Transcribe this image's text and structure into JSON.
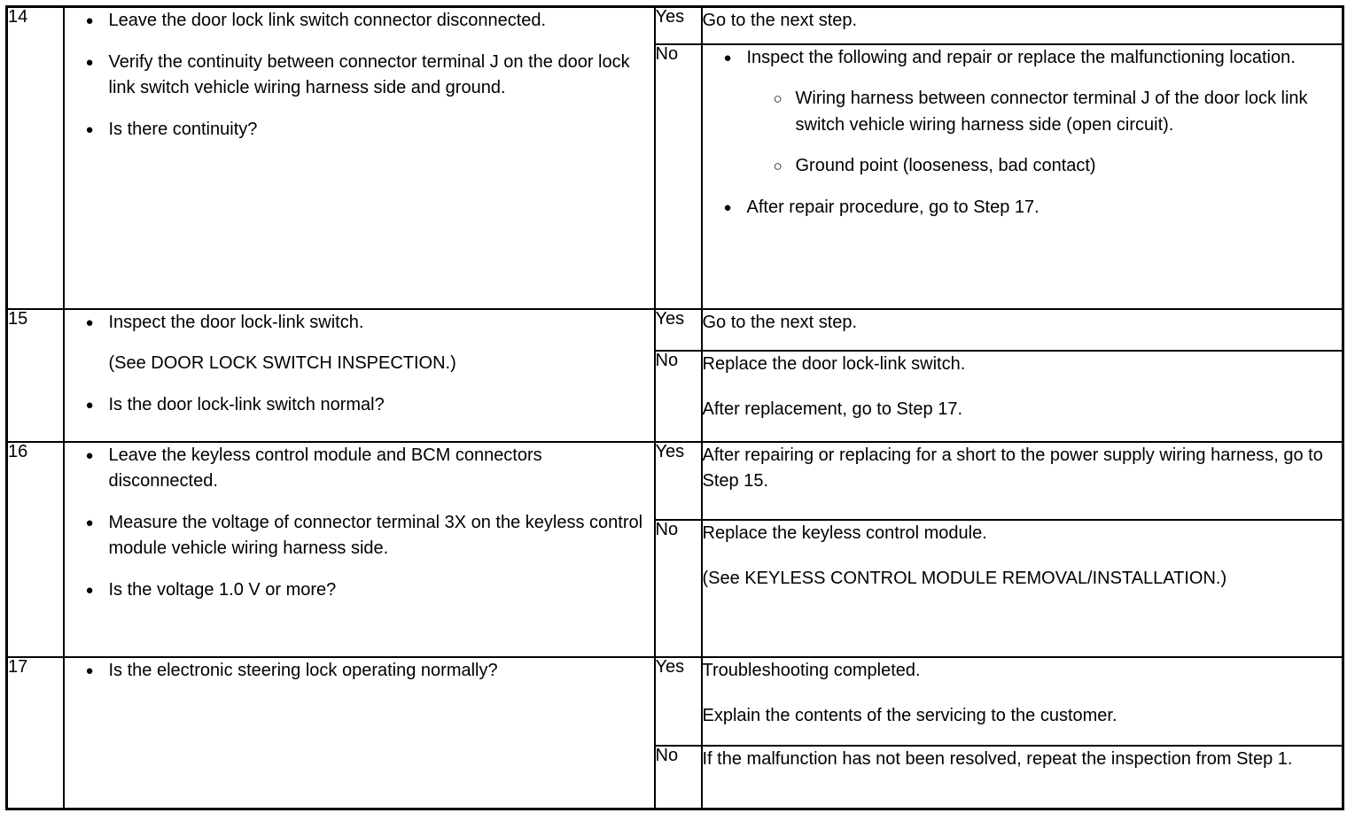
{
  "document": {
    "kind": "troubleshooting-table",
    "answer_labels": {
      "yes": "Yes",
      "no": "No"
    },
    "markers": {
      "level1": "●",
      "level2": "○"
    }
  },
  "steps": [
    {
      "number": "14",
      "action": {
        "items": [
          {
            "level": 1,
            "text": "Leave the door lock link switch connector disconnected."
          },
          {
            "level": 1,
            "text": "Verify the continuity between connector terminal J on the door lock link switch vehicle wiring harness side and ground."
          },
          {
            "level": 1,
            "text": "Is there continuity?"
          }
        ]
      },
      "yes": {
        "label": "Yes",
        "items": [
          {
            "level": 0,
            "text": "Go to the next step."
          }
        ]
      },
      "no": {
        "label": "No",
        "items": [
          {
            "level": 1,
            "text": "Inspect the following and repair or replace the malfunctioning location."
          },
          {
            "level": 2,
            "text": "Wiring harness between connector terminal J of the door lock link switch vehicle wiring harness side (open circuit)."
          },
          {
            "level": 2,
            "text": "Ground point (looseness, bad contact)"
          },
          {
            "level": 1,
            "text": "After repair procedure, go to Step 17."
          }
        ]
      }
    },
    {
      "number": "15",
      "action": {
        "items": [
          {
            "level": 1,
            "text": "Inspect the door lock-link switch."
          },
          {
            "level": 0,
            "continuation": true,
            "text": "(See DOOR LOCK SWITCH INSPECTION.)"
          },
          {
            "level": 1,
            "text": "Is the door lock-link switch normal?"
          }
        ]
      },
      "yes": {
        "label": "Yes",
        "items": [
          {
            "level": 0,
            "text": "Go to the next step."
          }
        ]
      },
      "no": {
        "label": "No",
        "items": [
          {
            "level": 0,
            "text": "Replace the door lock-link switch."
          },
          {
            "level": 0,
            "text": "After replacement, go to Step 17."
          }
        ]
      }
    },
    {
      "number": "16",
      "action": {
        "items": [
          {
            "level": 1,
            "text": "Leave the keyless control module and BCM connectors disconnected."
          },
          {
            "level": 1,
            "text": "Measure the voltage of connector terminal 3X on the keyless control module vehicle wiring harness side."
          },
          {
            "level": 1,
            "text": "Is the voltage 1.0 V or more?"
          }
        ]
      },
      "yes": {
        "label": "Yes",
        "items": [
          {
            "level": 0,
            "text": "After repairing or replacing for a short to the power supply wiring harness, go to Step 15."
          }
        ]
      },
      "no": {
        "label": "No",
        "items": [
          {
            "level": 0,
            "text": "Replace the keyless control module."
          },
          {
            "level": 0,
            "text": "(See KEYLESS CONTROL MODULE REMOVAL/INSTALLATION.)"
          }
        ]
      }
    },
    {
      "number": "17",
      "action": {
        "items": [
          {
            "level": 1,
            "text": "Is the electronic steering lock operating normally?"
          }
        ]
      },
      "yes": {
        "label": "Yes",
        "items": [
          {
            "level": 0,
            "text": "Troubleshooting completed."
          },
          {
            "level": 0,
            "text": "Explain the contents of the servicing to the customer."
          }
        ]
      },
      "no": {
        "label": "No",
        "items": [
          {
            "level": 0,
            "text": "If the malfunction has not been resolved, repeat the inspection from Step 1."
          }
        ]
      }
    }
  ]
}
